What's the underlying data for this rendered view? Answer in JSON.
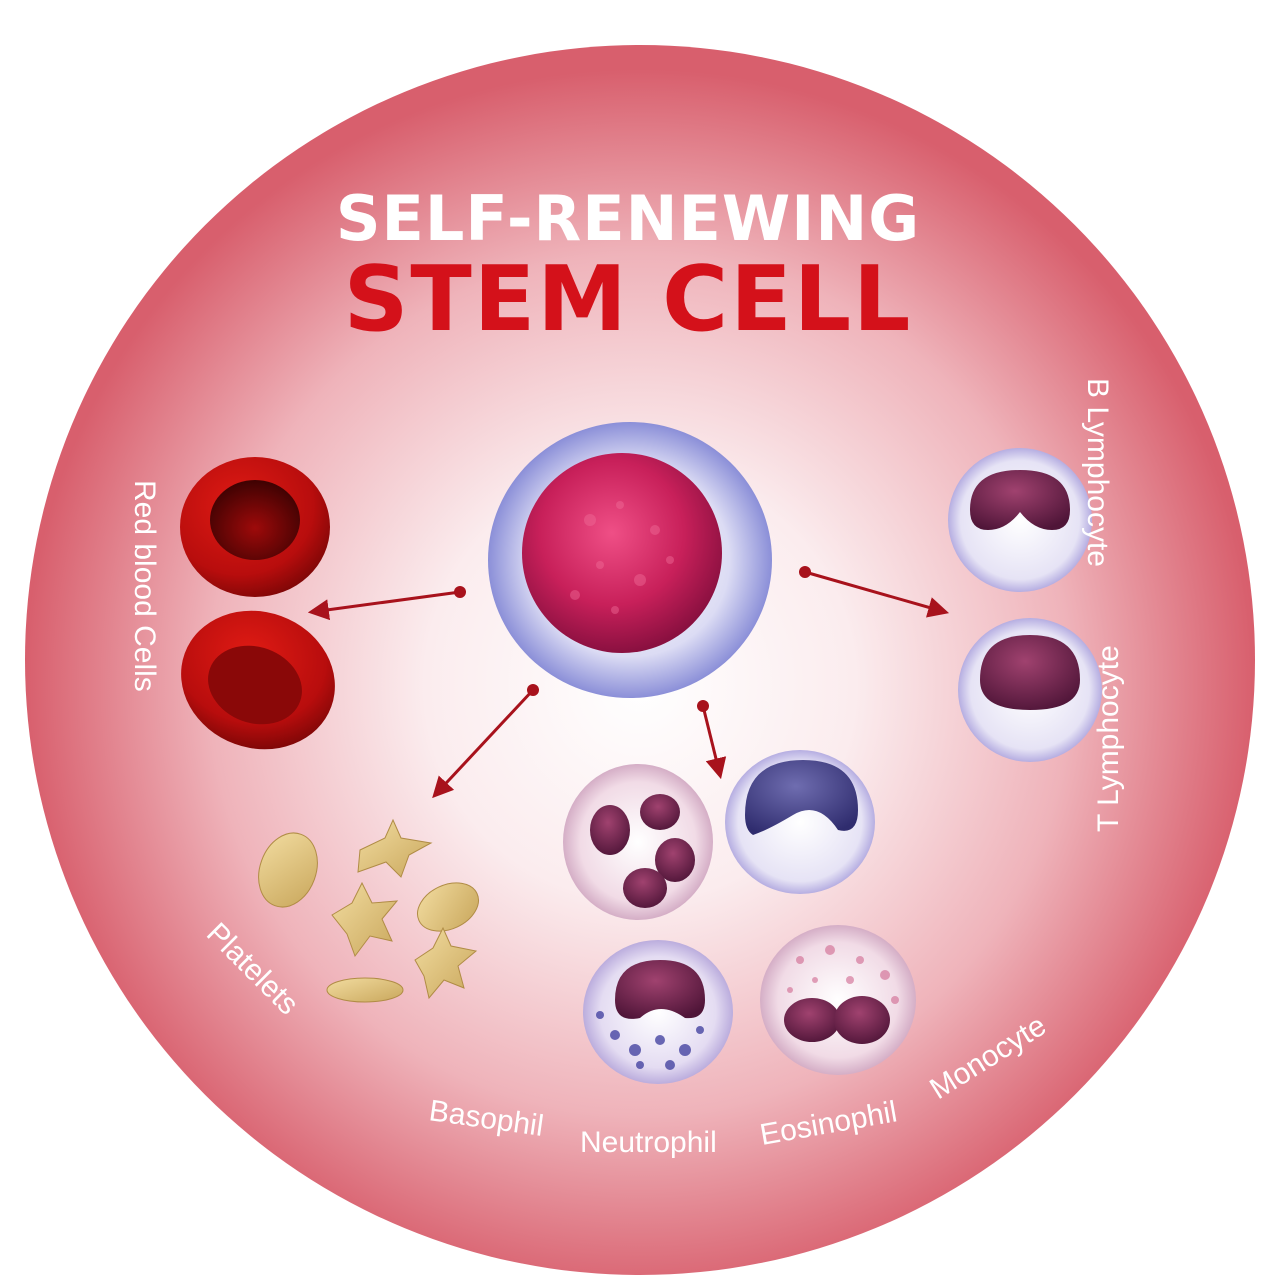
{
  "title": {
    "line1": "SELF-RENEWING",
    "line2": "STEM CELL"
  },
  "labels": {
    "red_blood_cells": "Red blood Cells",
    "platelets": "Platelets",
    "basophil": "Basophil",
    "neutrophil": "Neutrophil",
    "eosinophil": "Eosinophil",
    "monocyte": "Monocyte",
    "t_lymphocyte": "T Lymphocyte",
    "b_lymphocyte": "B Lymphocyte"
  },
  "colors": {
    "circle_edge": "#d9626f",
    "circle_center": "#ffffff",
    "title_top": "#ffffff",
    "title_main": "#d4111a",
    "arrow": "#a8121c",
    "label": "#ffffff"
  }
}
